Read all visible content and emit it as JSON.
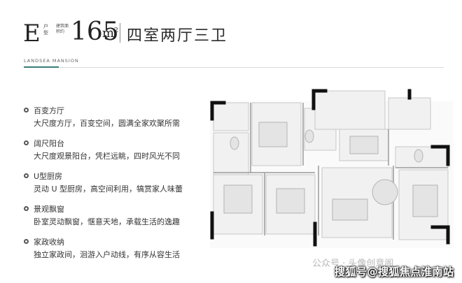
{
  "header": {
    "type_letter": "E",
    "type_sub": "户型",
    "area_sub": "建筑面积约",
    "area_number": "165",
    "area_unit": "m",
    "area_unit_sup": "2",
    "layout_title": "四室两厅三卫",
    "brand": "LANDSEA MANSION"
  },
  "features": [
    {
      "title": "百变方厅",
      "desc": "大尺度方厅，百变空间，圆满全家欢聚所需"
    },
    {
      "title": "阔尺阳台",
      "desc": "大尺度观景阳台，凭栏远眺，四时风光不同"
    },
    {
      "title": "U型厨房",
      "desc": "灵动 U 型厨房，高空间利用，犒赏家人味蕾"
    },
    {
      "title": "景观飘窗",
      "desc": "卧室灵动飘窗，惬意天地，承载生活的逸趣"
    },
    {
      "title": "家政收纳",
      "desc": "独立家政间，洄游入户动线，有序从容生活"
    }
  ],
  "watermark": "公众号 · 头像创意阁",
  "caption": "搜狐号@搜狐焦点淮南站",
  "colors": {
    "accent": "#3a7d77",
    "wall": "#111111",
    "room": "#f3f3f3"
  }
}
